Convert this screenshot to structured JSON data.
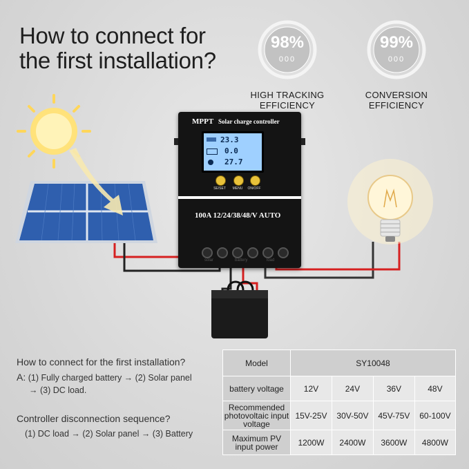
{
  "title": {
    "line1": "How to connect for",
    "line2": "the first installation?"
  },
  "gauges": [
    {
      "percent": "98%",
      "digits": "000",
      "caption1": "HIGH TRACKING",
      "caption2": "EFFICIENCY"
    },
    {
      "percent": "99%",
      "digits": "000",
      "caption1": "CONVERSION",
      "caption2": "EFFICIENCY"
    }
  ],
  "device": {
    "brand": "MPPT",
    "name": "Solar charge controller",
    "lcd": {
      "row1": "23.3",
      "row2": "0.0",
      "row3": "27.7"
    },
    "buttons": [
      "SE/SET",
      "MENU",
      "ON/OFF"
    ],
    "model_label": "100A 12/24/38/48/V AUTO",
    "terminal_labels": [
      "solar",
      "battery",
      "load"
    ]
  },
  "instructions": {
    "q1": "How to connect for the first installation?",
    "a1_prefix": "A:",
    "a1_line1": "(1) Fully charged battery → (2) Solar panel",
    "a1_line2": "→ (3) DC load.",
    "q2": "Controller disconnection sequence?",
    "a2": "(1) DC load → (2) Solar panel → (3) Battery"
  },
  "spec_table": {
    "model_label": "Model",
    "model_value": "SY10048",
    "rows": [
      {
        "label": "battery voltage",
        "values": [
          "12V",
          "24V",
          "36V",
          "48V"
        ]
      },
      {
        "label": "Recommended photovoltaic input voltage",
        "values": [
          "15V-25V",
          "30V-50V",
          "45V-75V",
          "60-100V"
        ]
      },
      {
        "label": "Maximum PV input power",
        "values": [
          "1200W",
          "2400W",
          "3600W",
          "4800W"
        ]
      }
    ]
  }
}
